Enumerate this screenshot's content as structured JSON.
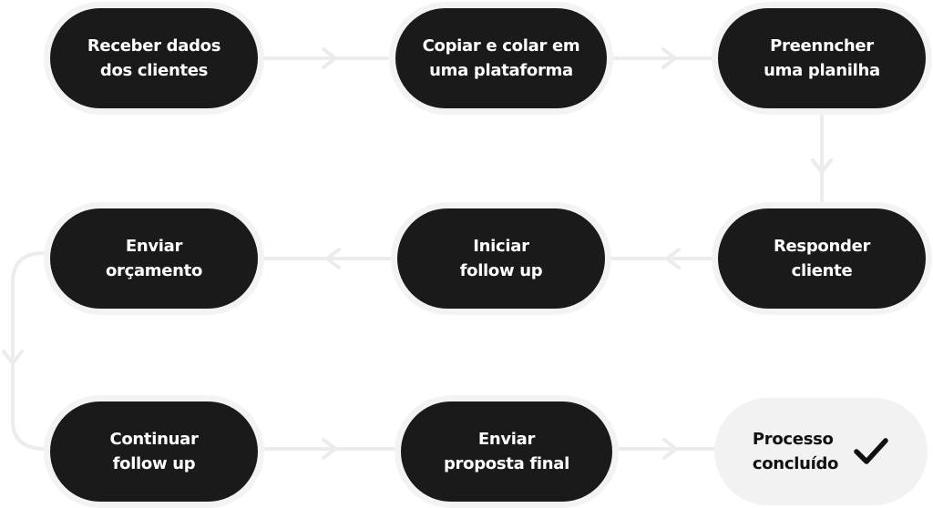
{
  "steps": [
    {
      "id": "receber",
      "label": "Receber dados\ndos clientes"
    },
    {
      "id": "copiar",
      "label": "Copiar e colar em\numa plataforma"
    },
    {
      "id": "preencher",
      "label": "Preenncher\numa planilha"
    },
    {
      "id": "responder",
      "label": "Responder\ncliente"
    },
    {
      "id": "iniciar",
      "label": "Iniciar\nfollow up"
    },
    {
      "id": "orcamento",
      "label": "Enviar\norçamento"
    },
    {
      "id": "continuar",
      "label": "Continuar\nfollow up"
    },
    {
      "id": "proposta",
      "label": "Enviar\nproposta final"
    },
    {
      "id": "concluido",
      "label": "Processo\nconcluído",
      "status_icon": "checkmark-icon"
    }
  ],
  "colors": {
    "node_fill": "#1a1a1a",
    "node_text": "#ffffff",
    "node_halo": "#f3f3f3",
    "connector": "#ececec",
    "done_fill": "#f2f2f2",
    "done_text": "#111111"
  }
}
